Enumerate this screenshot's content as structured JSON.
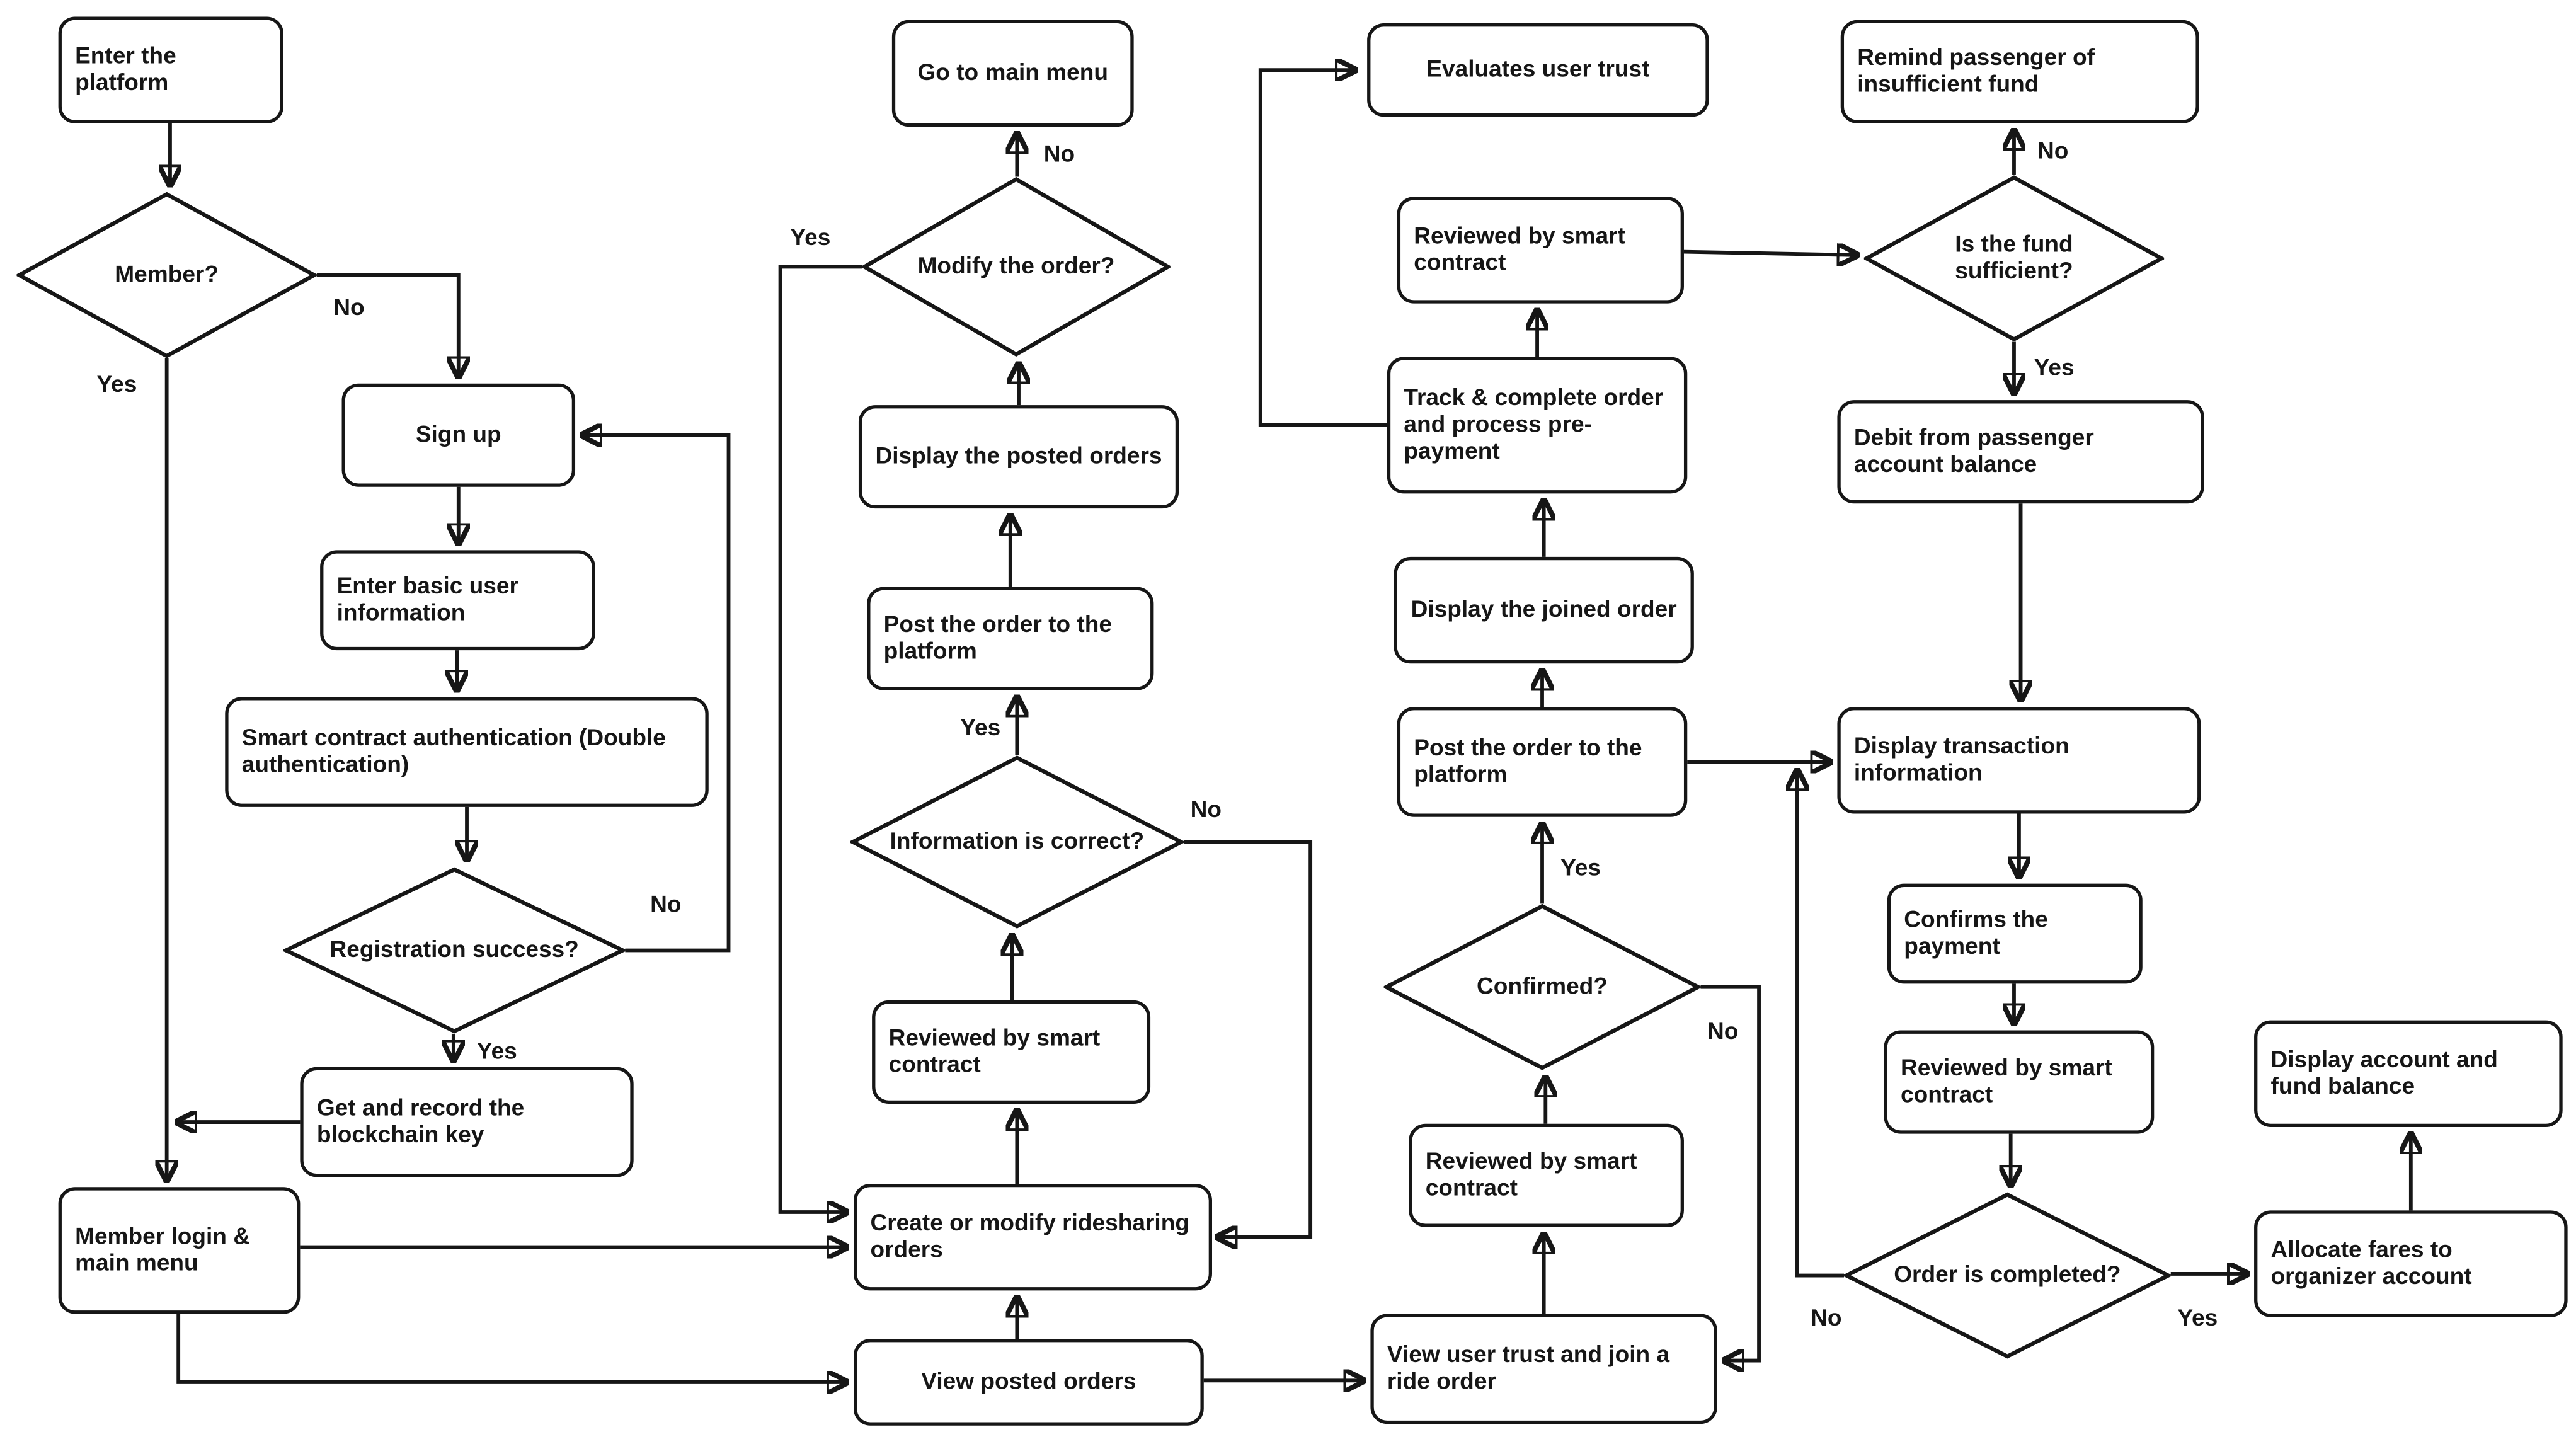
{
  "diagram": {
    "type": "flowchart",
    "description": "Blockchain ridesharing platform user flow"
  },
  "nodes": {
    "enter_platform": {
      "label": "Enter the platform",
      "shape": "process"
    },
    "member": {
      "label": "Member?",
      "shape": "decision"
    },
    "sign_up": {
      "label": "Sign up",
      "shape": "process"
    },
    "enter_basic_info": {
      "label": "Enter basic user information",
      "shape": "process"
    },
    "smart_contract_auth": {
      "label": "Smart contract authentication (Double authentication)",
      "shape": "process"
    },
    "registration_success": {
      "label": "Registration success?",
      "shape": "decision"
    },
    "get_record_key": {
      "label": "Get and record the blockchain key",
      "shape": "process"
    },
    "member_login": {
      "label": "Member login & main menu",
      "shape": "process"
    },
    "go_main_menu": {
      "label": "Go to main menu",
      "shape": "process"
    },
    "modify_order": {
      "label": "Modify the order?",
      "shape": "decision"
    },
    "display_posted_orders": {
      "label": "Display the posted orders",
      "shape": "process"
    },
    "post_order_platform": {
      "label": "Post the order to the platform",
      "shape": "process"
    },
    "information_correct": {
      "label": "Information is correct?",
      "shape": "decision"
    },
    "reviewed_sc_post": {
      "label": "Reviewed by smart contract",
      "shape": "process"
    },
    "create_modify_orders": {
      "label": "Create or modify ridesharing orders",
      "shape": "process"
    },
    "view_posted_orders": {
      "label": "View posted orders",
      "shape": "process"
    },
    "evaluates_trust": {
      "label": "Evaluates user trust",
      "shape": "process"
    },
    "reviewed_sc_prepay": {
      "label": "Reviewed by smart contract",
      "shape": "process"
    },
    "track_complete": {
      "label": "Track & complete order and process pre-payment",
      "shape": "process"
    },
    "display_joined_order": {
      "label": "Display the joined order",
      "shape": "process"
    },
    "post_order_platform2": {
      "label": "Post the order to the platform",
      "shape": "process"
    },
    "confirmed": {
      "label": "Confirmed?",
      "shape": "decision"
    },
    "reviewed_sc_join": {
      "label": "Reviewed by smart contract",
      "shape": "process"
    },
    "view_user_trust": {
      "label": "View user trust and join a ride order",
      "shape": "process"
    },
    "remind_passenger": {
      "label": "Remind passenger of insufficient fund",
      "shape": "process"
    },
    "fund_sufficient": {
      "label": "Is the fund sufficient?",
      "shape": "decision"
    },
    "debit_passenger": {
      "label": "Debit from passenger account balance",
      "shape": "process"
    },
    "display_transaction": {
      "label": "Display transaction information",
      "shape": "process"
    },
    "confirms_payment": {
      "label": "Confirms the payment",
      "shape": "process"
    },
    "reviewed_sc_payment": {
      "label": "Reviewed by smart contract",
      "shape": "process"
    },
    "order_completed": {
      "label": "Order is completed?",
      "shape": "decision"
    },
    "allocate_fares": {
      "label": "Allocate fares to organizer account",
      "shape": "process"
    },
    "display_account": {
      "label": "Display account and fund balance",
      "shape": "process"
    }
  },
  "edges": [
    {
      "from": "enter_platform",
      "to": "member"
    },
    {
      "from": "member",
      "to": "sign_up",
      "label": "No"
    },
    {
      "from": "member",
      "to": "member_login",
      "label": "Yes"
    },
    {
      "from": "sign_up",
      "to": "enter_basic_info"
    },
    {
      "from": "enter_basic_info",
      "to": "smart_contract_auth"
    },
    {
      "from": "smart_contract_auth",
      "to": "registration_success"
    },
    {
      "from": "registration_success",
      "to": "sign_up",
      "label": "No"
    },
    {
      "from": "registration_success",
      "to": "get_record_key",
      "label": "Yes"
    },
    {
      "from": "get_record_key",
      "to": "member_login"
    },
    {
      "from": "member_login",
      "to": "create_modify_orders"
    },
    {
      "from": "member_login",
      "to": "view_posted_orders"
    },
    {
      "from": "view_posted_orders",
      "to": "create_modify_orders"
    },
    {
      "from": "create_modify_orders",
      "to": "reviewed_sc_post"
    },
    {
      "from": "reviewed_sc_post",
      "to": "information_correct"
    },
    {
      "from": "information_correct",
      "to": "post_order_platform",
      "label": "Yes"
    },
    {
      "from": "information_correct",
      "to": "create_modify_orders",
      "label": "No"
    },
    {
      "from": "post_order_platform",
      "to": "display_posted_orders"
    },
    {
      "from": "display_posted_orders",
      "to": "modify_order"
    },
    {
      "from": "modify_order",
      "to": "go_main_menu",
      "label": "No"
    },
    {
      "from": "modify_order",
      "to": "create_modify_orders",
      "label": "Yes"
    },
    {
      "from": "view_posted_orders",
      "to": "view_user_trust"
    },
    {
      "from": "view_user_trust",
      "to": "reviewed_sc_join"
    },
    {
      "from": "reviewed_sc_join",
      "to": "confirmed"
    },
    {
      "from": "confirmed",
      "to": "post_order_platform2",
      "label": "Yes"
    },
    {
      "from": "confirmed",
      "to": "view_user_trust",
      "label": "No"
    },
    {
      "from": "post_order_platform2",
      "to": "display_joined_order"
    },
    {
      "from": "post_order_platform2",
      "to": "display_transaction"
    },
    {
      "from": "display_joined_order",
      "to": "track_complete"
    },
    {
      "from": "track_complete",
      "to": "reviewed_sc_prepay"
    },
    {
      "from": "track_complete",
      "to": "evaluates_trust"
    },
    {
      "from": "reviewed_sc_prepay",
      "to": "fund_sufficient"
    },
    {
      "from": "fund_sufficient",
      "to": "remind_passenger",
      "label": "No"
    },
    {
      "from": "fund_sufficient",
      "to": "debit_passenger",
      "label": "Yes"
    },
    {
      "from": "debit_passenger",
      "to": "display_transaction"
    },
    {
      "from": "display_transaction",
      "to": "confirms_payment"
    },
    {
      "from": "confirms_payment",
      "to": "reviewed_sc_payment"
    },
    {
      "from": "reviewed_sc_payment",
      "to": "order_completed"
    },
    {
      "from": "order_completed",
      "to": "allocate_fares",
      "label": "Yes"
    },
    {
      "from": "order_completed",
      "to": "display_transaction",
      "label": "No"
    },
    {
      "from": "allocate_fares",
      "to": "display_account"
    }
  ]
}
